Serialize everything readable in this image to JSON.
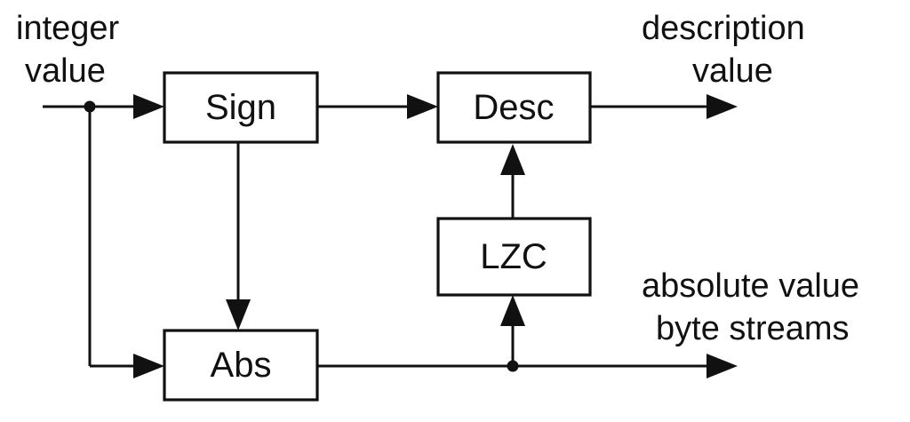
{
  "inputs": {
    "integer_value": [
      "integer",
      "value"
    ]
  },
  "outputs": {
    "description_value": [
      "description",
      "value"
    ],
    "absolute_value_byte_streams": [
      "absolute value",
      "byte streams"
    ]
  },
  "blocks": {
    "sign": "Sign",
    "desc": "Desc",
    "lzc": "LZC",
    "abs": "Abs"
  },
  "colors": {
    "ink": "#111111",
    "background": "#ffffff"
  }
}
